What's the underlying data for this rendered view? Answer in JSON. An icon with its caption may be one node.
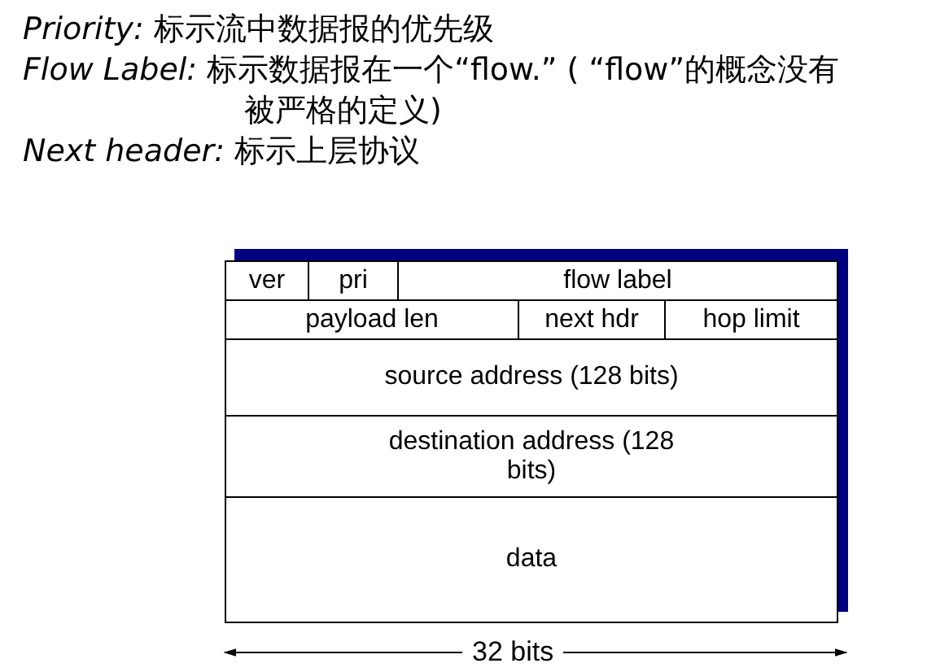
{
  "diagram": {
    "labels": [
      "*Priority:* 标示流中数据报的优先级",
      "*Flow Label:* 标示数据报在一个“flow.” ( “flow”的概念没有被严格的定义)",
      "*Next header:* 标示上层协议",
      "ver",
      "pri",
      "flow label",
      "payload len",
      "next hdr",
      "hop limit",
      "source address (128 bits)",
      "destination address (128 bits)",
      "data",
      "32 bits"
    ]
  }
}
